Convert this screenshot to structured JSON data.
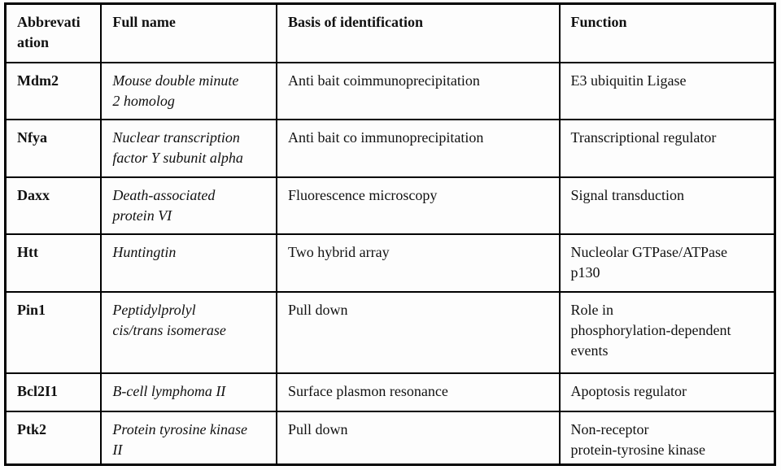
{
  "colors": {
    "border": "#000000",
    "text": "#111111",
    "background": "#fdfdfd"
  },
  "table": {
    "headers": [
      "Abbrevati\nation",
      "Full name",
      "Basis of identification",
      "Function"
    ],
    "rows": [
      {
        "abbreviation": "Mdm2",
        "full_name": "Mouse double minute\n2 homolog",
        "basis": "Anti bait coimmunoprecipitation",
        "function": "E3 ubiquitin Ligase"
      },
      {
        "abbreviation": "Nfya",
        "full_name": "Nuclear transcription\nfactor Y subunit alpha",
        "basis": "Anti bait co immunoprecipitation",
        "function": "Transcriptional regulator"
      },
      {
        "abbreviation": "Daxx",
        "full_name": "Death-associated\nprotein VI",
        "basis": "Fluorescence microscopy",
        "function": "Signal transduction"
      },
      {
        "abbreviation": "Htt",
        "full_name": "Huntingtin",
        "basis": "Two hybrid array",
        "function": "Nucleolar GTPase/ATPase\np130"
      },
      {
        "abbreviation": "Pin1",
        "full_name": "Peptidylprolyl\ncis/trans isomerase",
        "basis": "Pull down",
        "function": "Role in\nphosphorylation-dependent\nevents"
      },
      {
        "abbreviation": "Bcl2I1",
        "full_name": "B-cell lymphoma II",
        "basis": "Surface plasmon resonance",
        "function": "Apoptosis regulator"
      },
      {
        "abbreviation": "Ptk2",
        "full_name": "Protein tyrosine kinase\nII",
        "basis": "Pull down",
        "function": "Non-receptor\nprotein-tyrosine kinase"
      }
    ]
  }
}
